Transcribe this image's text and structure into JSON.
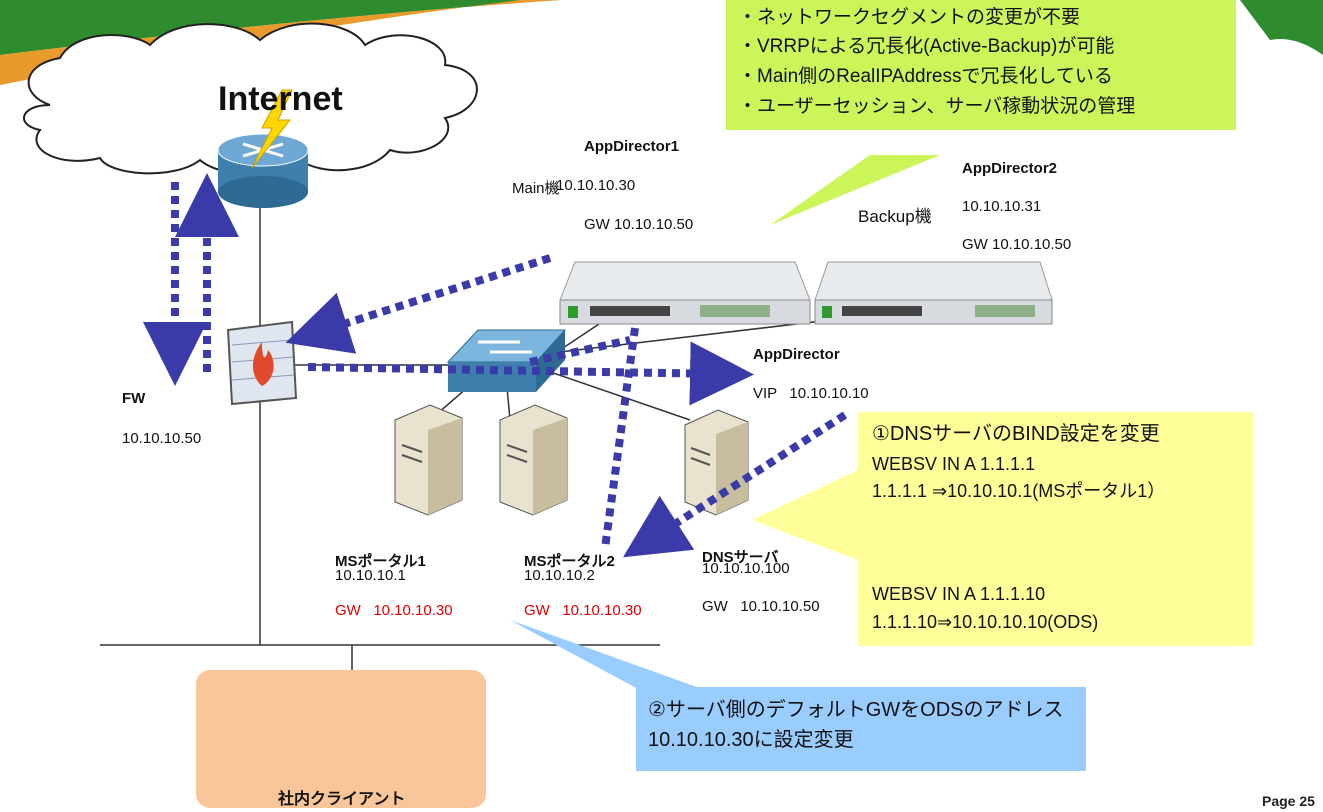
{
  "internet": {
    "label": "Internet"
  },
  "appdirector1": {
    "title": "AppDirector1",
    "role": "Main機",
    "ip": "10.10.10.30",
    "gw": "GW 10.10.10.50"
  },
  "appdirector2": {
    "title": "AppDirector2",
    "role": "Backup機",
    "ip": "10.10.10.31",
    "gw": "GW 10.10.10.50"
  },
  "appdirector_vip": {
    "title": "AppDirector",
    "vip": "VIP   10.10.10.10"
  },
  "fw": {
    "label": "FW",
    "ip": "10.10.10.50"
  },
  "portal1": {
    "label": "MSポータル1",
    "ip": "10.10.10.1",
    "gw": "GW   10.10.10.30"
  },
  "portal2": {
    "label": "MSポータル2",
    "ip": "10.10.10.2",
    "gw": "GW   10.10.10.30"
  },
  "dns": {
    "label": "DNSサーバ",
    "ip": "10.10.10.100",
    "gw": "GW   10.10.10.50"
  },
  "clients": {
    "label": "社内クライアント"
  },
  "callout_top": {
    "lines": [
      "・ネットワークセグメントの変更が不要",
      "・VRRPによる冗長化(Active-Backup)が可能",
      "・Main側のRealIPAddressで冗長化している",
      "・ユーザーセッション、サーバ稼動状況の管理"
    ],
    "color": "#ccf55a"
  },
  "callout_dns": {
    "lines_before": [
      "①DNSサーバのBIND設定を変更",
      "WEBSV IN A 1.1.1.1",
      "1.1.1.1 ⇒10.10.10.1(MSポータル1）"
    ],
    "lines_after": [
      "WEBSV IN A 1.1.1.10",
      "1.1.1.10⇒10.10.10.10(ODS)"
    ],
    "color": "#ffff99"
  },
  "callout_gw": {
    "lines": [
      "②サーバ側のデフォルトGWをODSのアドレス",
      "10.10.10.30に設定変更"
    ],
    "color": "#99ccff"
  },
  "footer": {
    "page": "Page 25"
  },
  "colors": {
    "dotted_arrow": "#3a3aa8",
    "header_green": "#2e8b2e",
    "header_orange": "#e89a2a",
    "gw_red": "#e00000"
  }
}
